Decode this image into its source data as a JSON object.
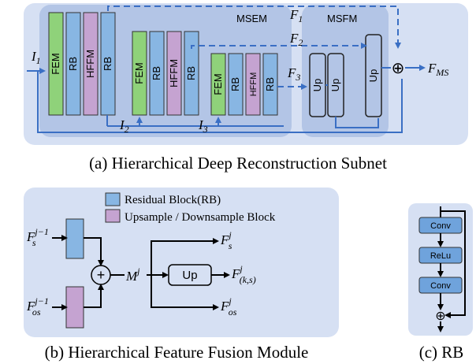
{
  "panel_a": {
    "caption": "(a) Hierarchical Deep Reconstruction Subnet",
    "msem_label": "MSEM",
    "msfm_label": "MSFM",
    "blocks": {
      "fem": "FEM",
      "rb": "RB",
      "hffm": "HFFM",
      "up": "Up"
    },
    "inputs": {
      "i1": "I",
      "i1_sub": "1",
      "i2": "I",
      "i2_sub": "2",
      "i3": "I",
      "i3_sub": "3"
    },
    "features": {
      "f1": "F",
      "f1_sub": "1",
      "f2": "F",
      "f2_sub": "2",
      "f3": "F",
      "f3_sub": "3"
    },
    "output": "F",
    "output_sub": "MS",
    "plus_symbol": "⊕"
  },
  "panel_b": {
    "caption": "(b) Hierarchical Feature Fusion Module",
    "legend_rb": "Residual Block(RB)",
    "legend_ud": "Upsample / Downsample Block",
    "up_label": "Up",
    "plus_symbol": "+",
    "inputs": {
      "fs": "F",
      "fs_sub": "s",
      "fs_sup": "j−1",
      "fos": "F",
      "fos_sub": "os",
      "fos_sup": "j−1"
    },
    "mid": "M",
    "mid_sup": "j",
    "outputs": {
      "fs_out": "F",
      "fs_out_sub": "s",
      "fs_out_sup": "j",
      "fks_out": "F",
      "fks_out_sub": "(k,s)",
      "fks_out_sup": "j",
      "fos_out": "F",
      "fos_out_sub": "os",
      "fos_out_sup": "j"
    }
  },
  "panel_c": {
    "caption": "(c) RB",
    "conv1": "Conv",
    "relu": "ReLu",
    "conv2": "Conv",
    "plus_symbol": "⊕"
  },
  "colors": {
    "panel_bg": "#d6e0f3",
    "inner_bg": "#b3c5e6",
    "fem_green": "#8fd27a",
    "rb_blue": "#88b6e3",
    "hffm_pink": "#c5a3d1",
    "rb_legend_blue": "#88b6e3",
    "ud_legend_pink": "#c5a3d1",
    "arrow_blue": "#3a6fc4",
    "rb_c_block": "#6fa3dc"
  }
}
